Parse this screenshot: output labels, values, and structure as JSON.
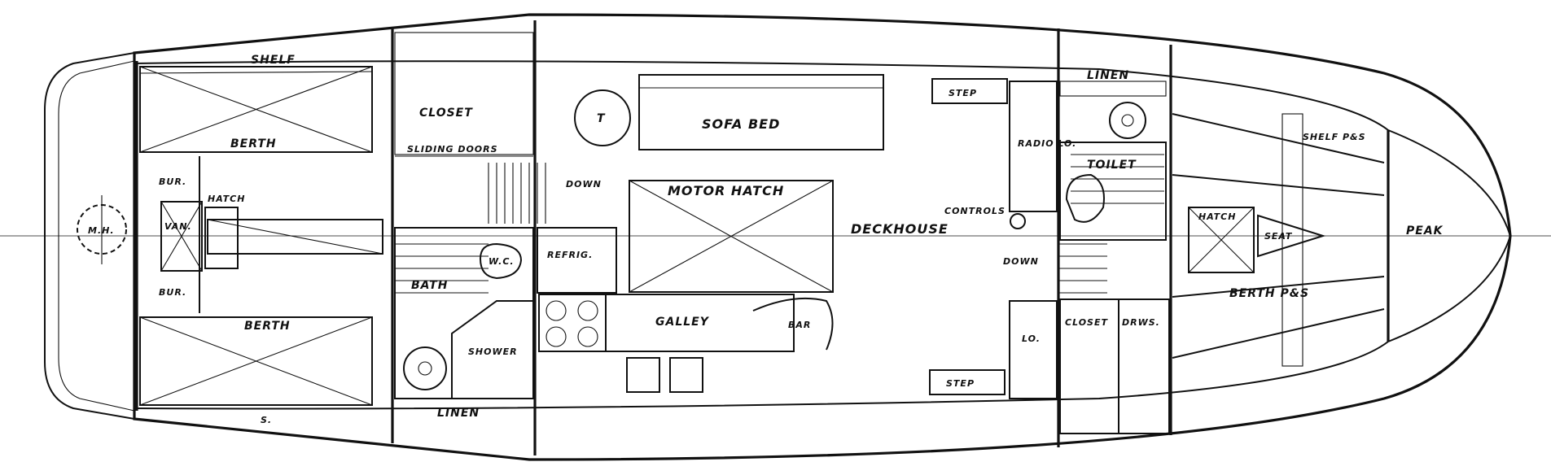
{
  "labels": {
    "shelf_port": "SHELF",
    "berth_port": "BERTH",
    "bur_top": "BUR.",
    "bur_bottom": "BUR.",
    "mh": "M.H.",
    "van": "VAN.",
    "hatch_aft": "HATCH",
    "berth_stbd": "BERTH",
    "s_mark": "S.",
    "closet_aft": "CLOSET",
    "sliding_doors": "SLIDING DOORS",
    "wc": "W.C.",
    "bath": "BATH",
    "shower": "SHOWER",
    "linen_aft": "LINEN",
    "down_aft": "DOWN",
    "refrig": "REFRIG.",
    "table": "T",
    "sofa_bed": "SOFA BED",
    "motor_hatch": "MOTOR HATCH",
    "deckhouse": "DECKHOUSE",
    "galley": "GALLEY",
    "bar": "BAR",
    "step_top": "STEP",
    "step_bottom": "STEP",
    "radio_lo": "RADIO LO.",
    "lo": "LO.",
    "controls": "CONTROLS",
    "down_fwd": "DOWN",
    "linen_fwd": "LINEN",
    "toilet": "TOILET",
    "closet_fwd": "CLOSET",
    "drws": "DRWS.",
    "hatch_fwd": "HATCH",
    "seat": "SEAT",
    "shelf_ps": "SHELF P&S",
    "berth_ps": "BERTH P&S",
    "peak": "PEAK"
  },
  "colors": {
    "ink": "#111111",
    "paper": "#ffffff"
  }
}
